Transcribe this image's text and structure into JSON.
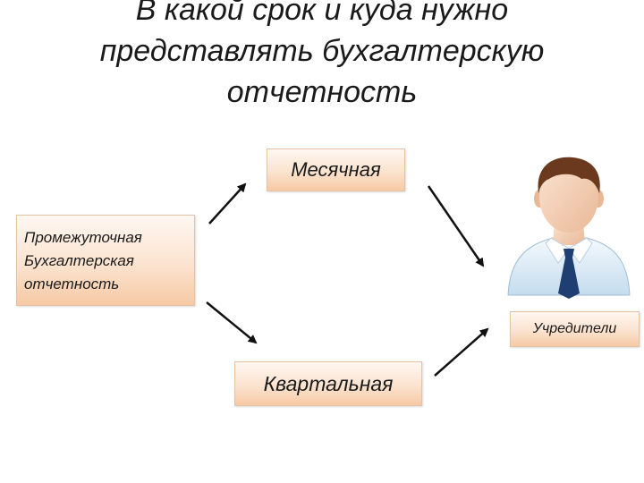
{
  "title": {
    "line1": "В какой срок и куда нужно",
    "line2": "представлять бухгалтерскую",
    "line3": "отчетность"
  },
  "nodes": {
    "monthly": "Месячная",
    "interim": [
      "Промежуточная",
      "Бухгалтерская",
      "отчетность"
    ],
    "quarterly": "Квартальная",
    "founders": "Учредители"
  },
  "icons": {
    "person": "business-person-icon"
  },
  "colors": {
    "box_fill": "#fbe3cf",
    "box_border": "#e3c3a3",
    "arrow": "#111111",
    "tie": "#1f3f73"
  }
}
